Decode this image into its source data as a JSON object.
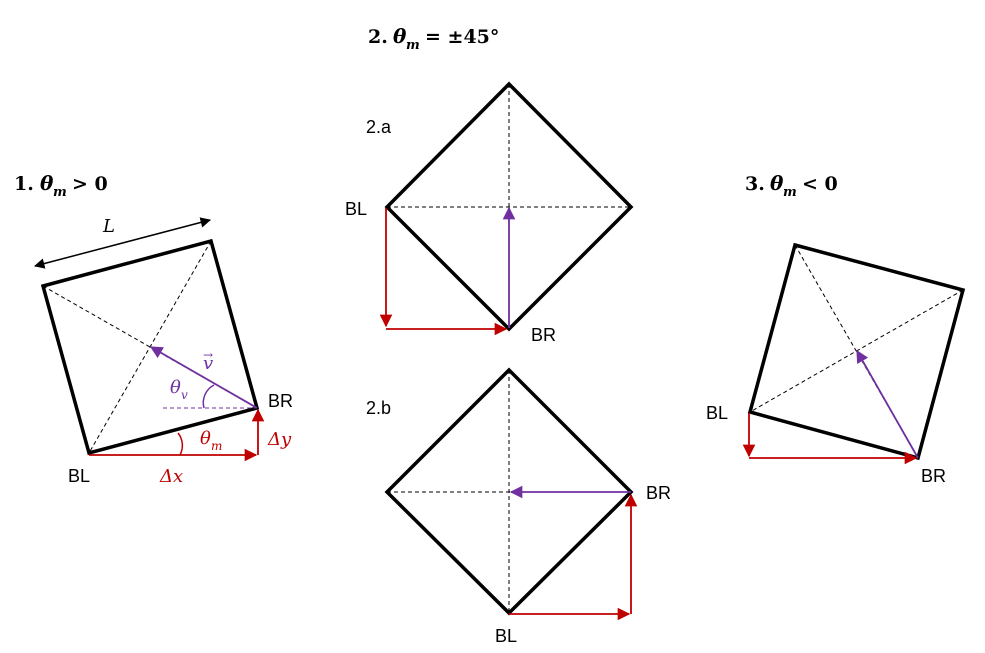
{
  "titles": {
    "case1": {
      "num": "1.",
      "sym": "θ",
      "sub": "m",
      "rel": "> 0"
    },
    "case2": {
      "num": "2.",
      "sym": "θ",
      "sub": "m",
      "rel": "= ±45°"
    },
    "case3": {
      "num": "3.",
      "sym": "θ",
      "sub": "m",
      "rel": "< 0"
    }
  },
  "panels": {
    "p2a": "2.a",
    "p2b": "2.b"
  },
  "labels": {
    "bl": "BL",
    "br": "BR",
    "length": "L",
    "vec": "v",
    "vec_arrow": "→",
    "theta": "θ",
    "theta_v_sub": "v",
    "theta_m_sub": "m",
    "dx": "Δx",
    "dy": "Δy"
  },
  "colors": {
    "outline": "#000000",
    "red": "#c00000",
    "purple": "#7030a0"
  }
}
